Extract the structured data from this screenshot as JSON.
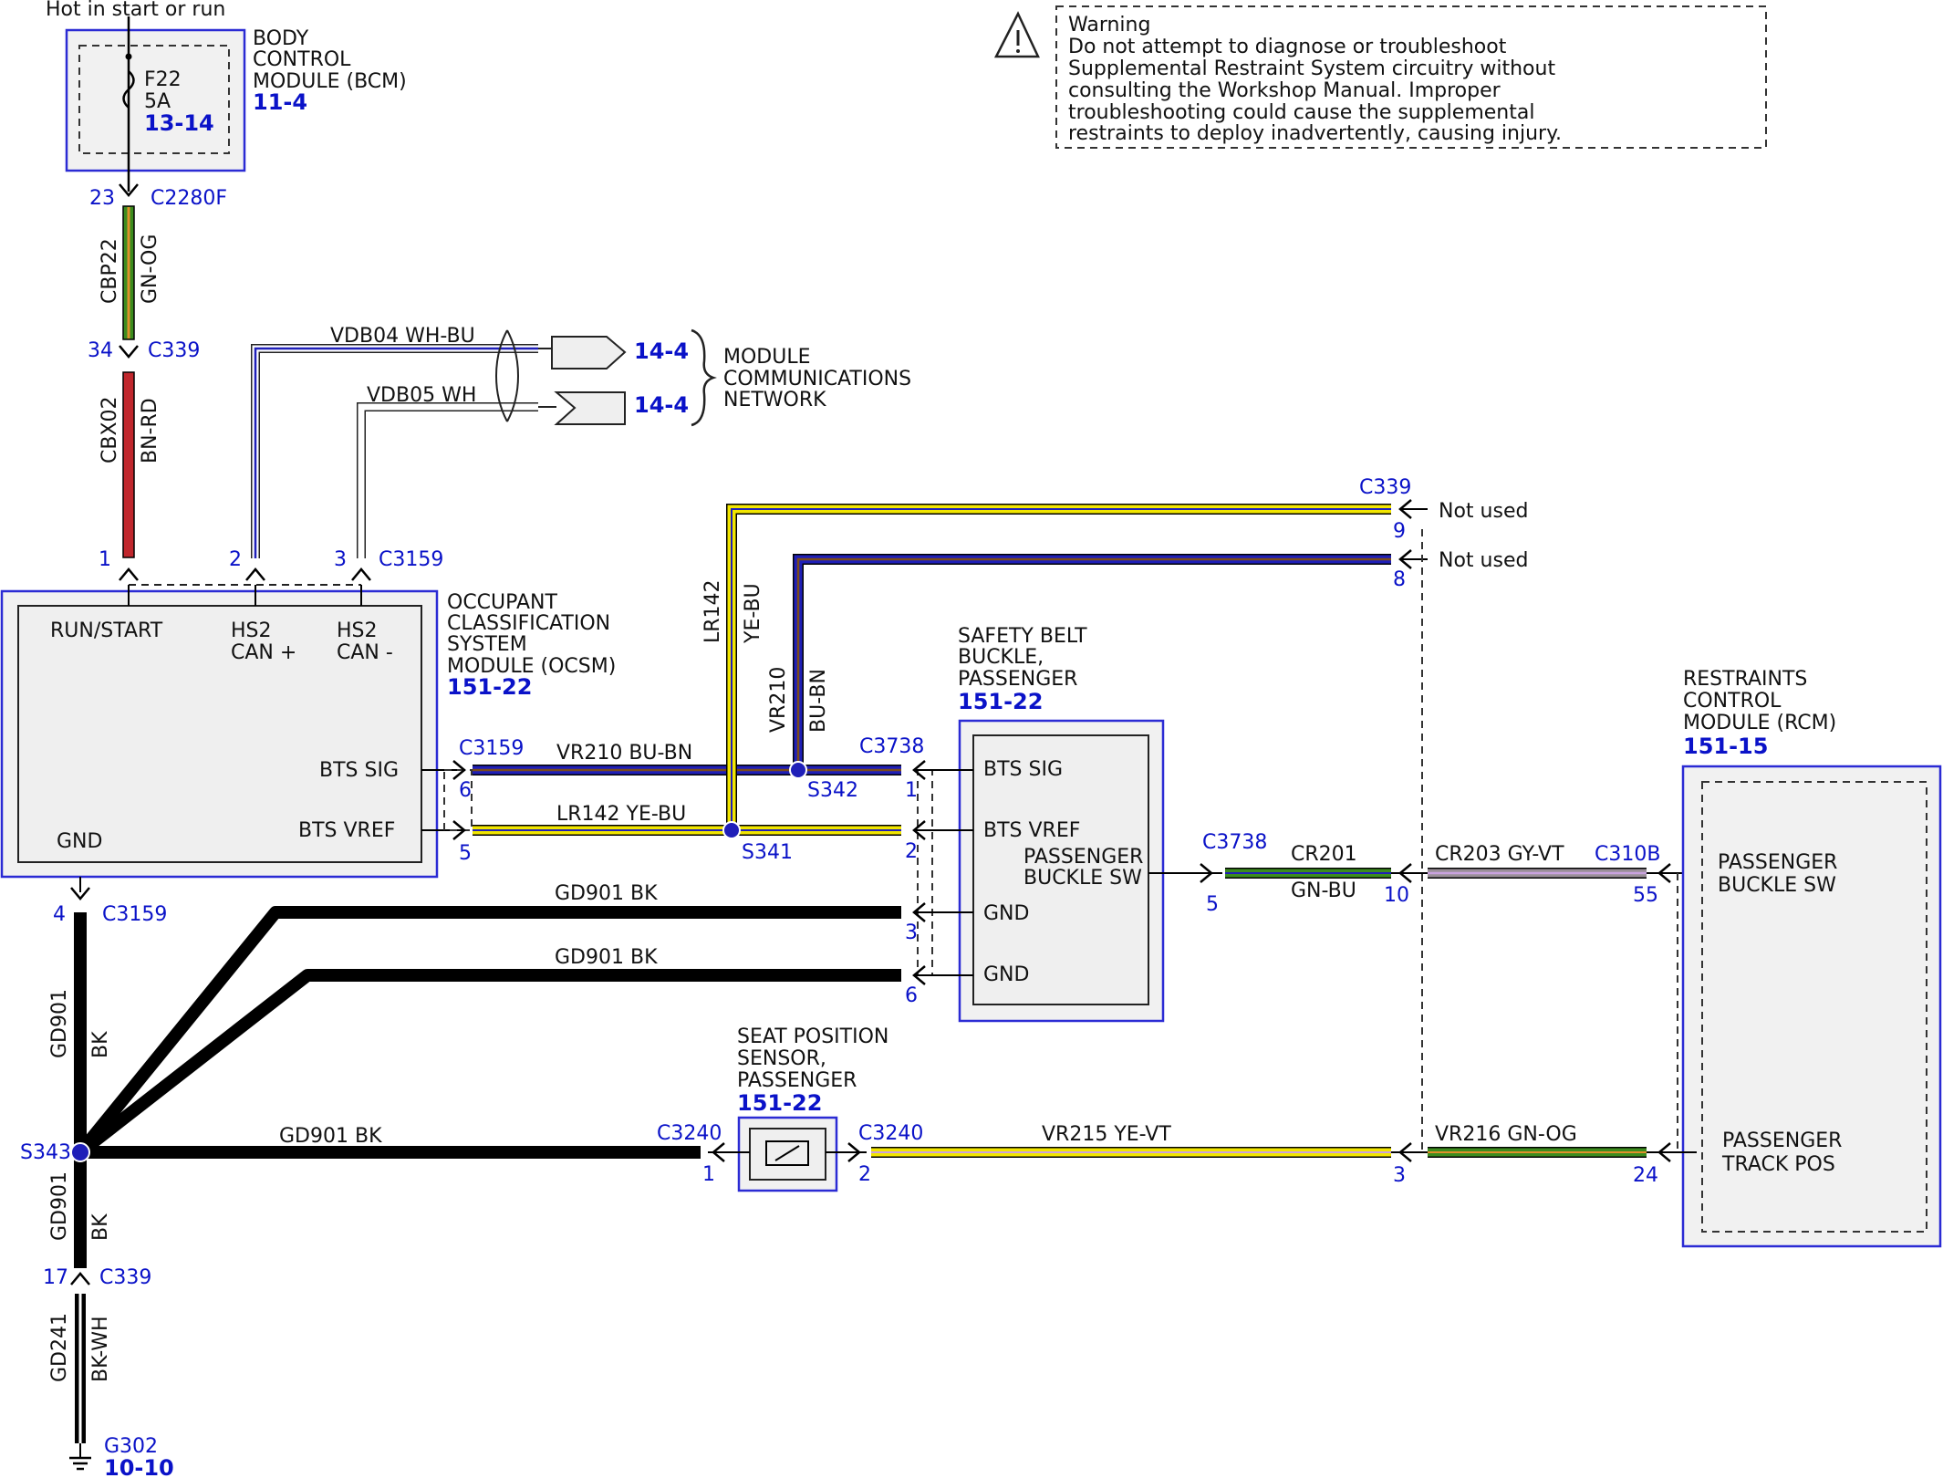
{
  "colors": {
    "blue_label": "#0a12c8",
    "module_border": "#2b2bd4",
    "module_fill": "#f1f1f1",
    "wire_black": "#000000",
    "wire_red": "#c0272d",
    "wire_green": "#3c8c1e",
    "wire_yellow": "#f2e600",
    "wire_blue": "#1f1fb8",
    "wire_brown": "#7a4a1a",
    "wire_gray": "#9a8f98",
    "wire_violet": "#9e6fb8",
    "wire_orange": "#e0902a",
    "wire_white": "#ffffff"
  },
  "top": {
    "hot_label": "Hot in start or run",
    "bcm": {
      "fuse_name": "F22",
      "fuse_rating": "5A",
      "fuse_ref": "13-14",
      "name_l1": "BODY",
      "name_l2": "CONTROL",
      "name_l3": "MODULE (BCM)",
      "ref": "11-4"
    }
  },
  "warning": {
    "icon": "warning-triangle-icon",
    "title": "Warning",
    "lines": [
      "Do not attempt to diagnose or troubleshoot",
      "Supplemental Restraint System circuitry without",
      "consulting the Workshop Manual. Improper",
      "troubleshooting could cause the supplemental",
      "restraints to deploy inadvertently, causing injury."
    ]
  },
  "connectors": {
    "c2280f": "C2280F",
    "c339_a": "C339",
    "c339_b": "C339",
    "c339_c": "C339",
    "c3159_a": "C3159",
    "c3159_b": "C3159",
    "c3159_c": "C3159",
    "c3738_a": "C3738",
    "c3738_b": "C3738",
    "c3240_a": "C3240",
    "c3240_b": "C3240",
    "c310b": "C310B"
  },
  "pins": {
    "p23": "23",
    "p34": "34",
    "p1": "1",
    "p2": "2",
    "p3": "3",
    "p6_ocsm": "6",
    "p5_ocsm": "5",
    "p4": "4",
    "p17": "17",
    "p9": "9",
    "p8": "8",
    "sb1": "1",
    "sb2": "2",
    "sb3": "3",
    "sb6": "6",
    "sb5": "5",
    "p10": "10",
    "p55": "55",
    "sp1": "1",
    "sp2": "2",
    "p3_c339": "3",
    "p24": "24"
  },
  "wires": {
    "cbp22_circuit": "CBP22",
    "cbp22_color": "GN-OG",
    "cbx02_circuit": "CBX02",
    "cbx02_color": "BN-RD",
    "vdb04": "VDB04  WH-BU",
    "vdb05": "VDB05  WH",
    "lr142_circuit": "LR142",
    "lr142_color": "YE-BU",
    "vr210_circuit": "VR210",
    "vr210_color": "BU-BN",
    "vr210_h": "VR210  BU-BN",
    "lr142_h": "LR142  YE-BU",
    "gd901_a": "GD901 BK",
    "gd901_b": "GD901 BK",
    "gd901_c": "GD901 BK",
    "gd901_v1_circuit": "GD901",
    "gd901_v1_color": "BK",
    "gd901_v2_circuit": "GD901",
    "gd901_v2_color": "BK",
    "gd241_circuit": "GD241",
    "gd241_color": "BK-WH",
    "cr201_circuit": "CR201",
    "cr201_color": "GN-BU",
    "cr203": "CR203  GY-VT",
    "vr215": "VR215  YE-VT",
    "vr216": "VR216  GN-OG"
  },
  "splices": {
    "s341": "S341",
    "s342": "S342",
    "s343": "S343"
  },
  "network": {
    "ref1": "14-4",
    "ref2": "14-4",
    "l1": "MODULE",
    "l2": "COMMUNICATIONS",
    "l3": "NETWORK"
  },
  "not_used_9": "Not used",
  "not_used_8": "Not used",
  "ocsm": {
    "name_l1": "OCCUPANT",
    "name_l2": "CLASSIFICATION",
    "name_l3": "SYSTEM",
    "name_l4": "MODULE (OCSM)",
    "ref": "151-22",
    "run_start": "RUN/START",
    "hs2_plus_1": "HS2",
    "hs2_plus_2": "CAN +",
    "hs2_minus_1": "HS2",
    "hs2_minus_2": "CAN -",
    "bts_sig": "BTS SIG",
    "bts_vref": "BTS VREF",
    "gnd": "GND"
  },
  "buckle": {
    "name_l1": "SAFETY BELT",
    "name_l2": "BUCKLE,",
    "name_l3": "PASSENGER",
    "ref": "151-22",
    "bts_sig": "BTS SIG",
    "bts_vref": "BTS VREF",
    "sw1": "PASSENGER",
    "sw2": "BUCKLE SW",
    "gnd1": "GND",
    "gnd2": "GND"
  },
  "seat": {
    "name_l1": "SEAT POSITION",
    "name_l2": "SENSOR,",
    "name_l3": "PASSENGER",
    "ref": "151-22"
  },
  "rcm": {
    "name_l1": "RESTRAINTS",
    "name_l2": "CONTROL",
    "name_l3": "MODULE (RCM)",
    "ref": "151-15",
    "buckle_sw1": "PASSENGER",
    "buckle_sw2": "BUCKLE SW",
    "track1": "PASSENGER",
    "track2": "TRACK POS"
  },
  "ground": {
    "name": "G302",
    "ref": "10-10"
  }
}
